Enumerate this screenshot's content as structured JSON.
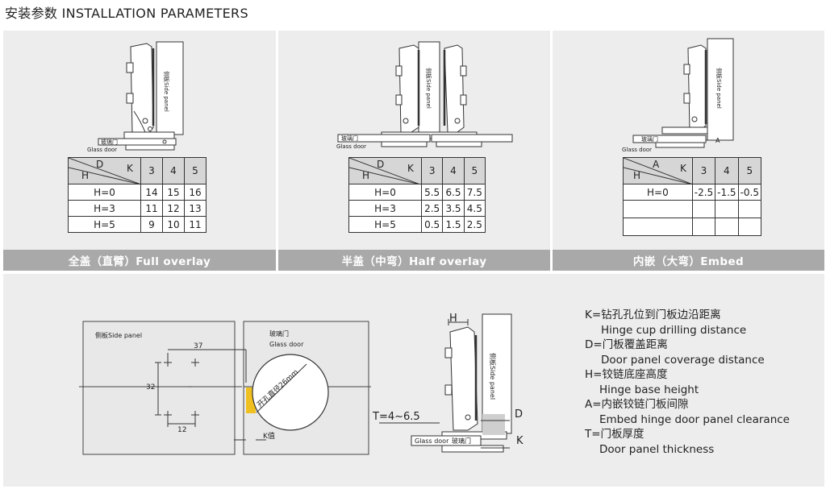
{
  "title": "安装参数  INSTALLATION PARAMETERS",
  "common": {
    "side_panel": "侧板Side panel",
    "glass_cn": "玻璃门",
    "glass_en": "Glass door"
  },
  "panels": [
    {
      "caption": "全盖（直臂）Full overlay",
      "corner": {
        "top": "D",
        "right": "K",
        "left": "H"
      },
      "cols": [
        "3",
        "4",
        "5"
      ],
      "rows": [
        {
          "label": "H=0",
          "values": [
            "14",
            "15",
            "16"
          ]
        },
        {
          "label": "H=3",
          "values": [
            "11",
            "12",
            "13"
          ]
        },
        {
          "label": "H=5",
          "values": [
            "9",
            "10",
            "11"
          ]
        }
      ]
    },
    {
      "caption": "半盖（中弯）Half overlay",
      "corner": {
        "top": "D",
        "right": "K",
        "left": "H"
      },
      "cols": [
        "3",
        "4",
        "5"
      ],
      "rows": [
        {
          "label": "H=0",
          "values": [
            "5.5",
            "6.5",
            "7.5"
          ]
        },
        {
          "label": "H=3",
          "values": [
            "2.5",
            "3.5",
            "4.5"
          ]
        },
        {
          "label": "H=5",
          "values": [
            "0.5",
            "1.5",
            "2.5"
          ]
        }
      ]
    },
    {
      "caption": "内嵌（大弯）Embed",
      "corner": {
        "top": "A",
        "right": "K",
        "left": "H"
      },
      "cols": [
        "3",
        "4",
        "5"
      ],
      "rows": [
        {
          "label": "H=0",
          "values": [
            "-2.5",
            "-1.5",
            "-0.5"
          ]
        },
        {
          "label": "",
          "values": [
            "",
            "",
            ""
          ]
        },
        {
          "label": "",
          "values": [
            "",
            "",
            ""
          ]
        }
      ]
    }
  ],
  "embed_label": "A",
  "drill": {
    "side_panel": "侧板Side panel",
    "glass_cn": "玻璃门",
    "glass_en": "Glass door",
    "dim_37": "37",
    "dim_32": "32",
    "dim_12": "12",
    "hole_label": "开孔直径26mm",
    "k_label": "K值"
  },
  "section": {
    "h": "H",
    "t": "T=4~6.5",
    "d": "D",
    "k": "K",
    "glass_en": "Glass door",
    "glass_cn": "玻璃门",
    "side_panel": "侧板Side panel"
  },
  "legend": [
    {
      "cn": "K=钻孔孔位到门板边沿距离",
      "en": "Hinge cup drilling distance"
    },
    {
      "cn": "D=门板覆盖距离",
      "en": "Door panel coverage distance"
    },
    {
      "cn": "H=铰链底座高度",
      "en": "Hinge base height"
    },
    {
      "cn": "A=内嵌铰链门板间隙",
      "en": "Embed hinge door panel clearance"
    },
    {
      "cn": "T=门板厚度",
      "en": "Door panel thickness"
    }
  ]
}
